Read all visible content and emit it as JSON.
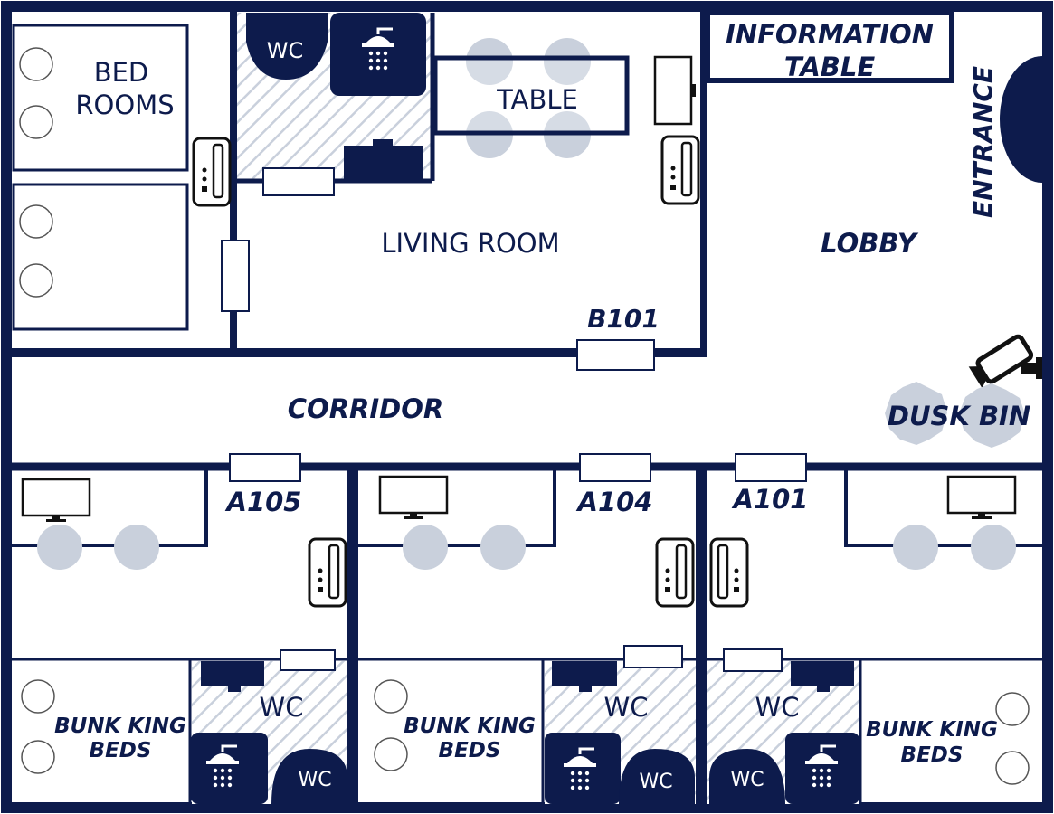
{
  "colors": {
    "wall": "#0d1b4c",
    "fixture": "#0d1b4c",
    "furniture_circle": "#c9d0dc",
    "background": "#ffffff",
    "outline_black": "#111111"
  },
  "labels": {
    "bedrooms_line1": "BED",
    "bedrooms_line2": "ROOMS",
    "table": "TABLE",
    "info_line1": "INFORMATION",
    "info_line2": "TABLE",
    "entrance": "ENTRANCE",
    "living_room": "LIVING ROOM",
    "lobby": "LOBBY",
    "b101": "B101",
    "corridor": "CORRIDOR",
    "dusk_bin": "DUSK BIN",
    "a105": "A105",
    "a104": "A104",
    "a101": "A101",
    "wc": "WC",
    "bunk_line1": "BUNK KING",
    "bunk_line2": "BEDS"
  },
  "icons": [
    "toilet-icon",
    "shower-icon",
    "air-conditioner-icon",
    "tv-monitor-icon",
    "security-camera-icon",
    "door-marker",
    "round-stool",
    "sink-counter"
  ]
}
